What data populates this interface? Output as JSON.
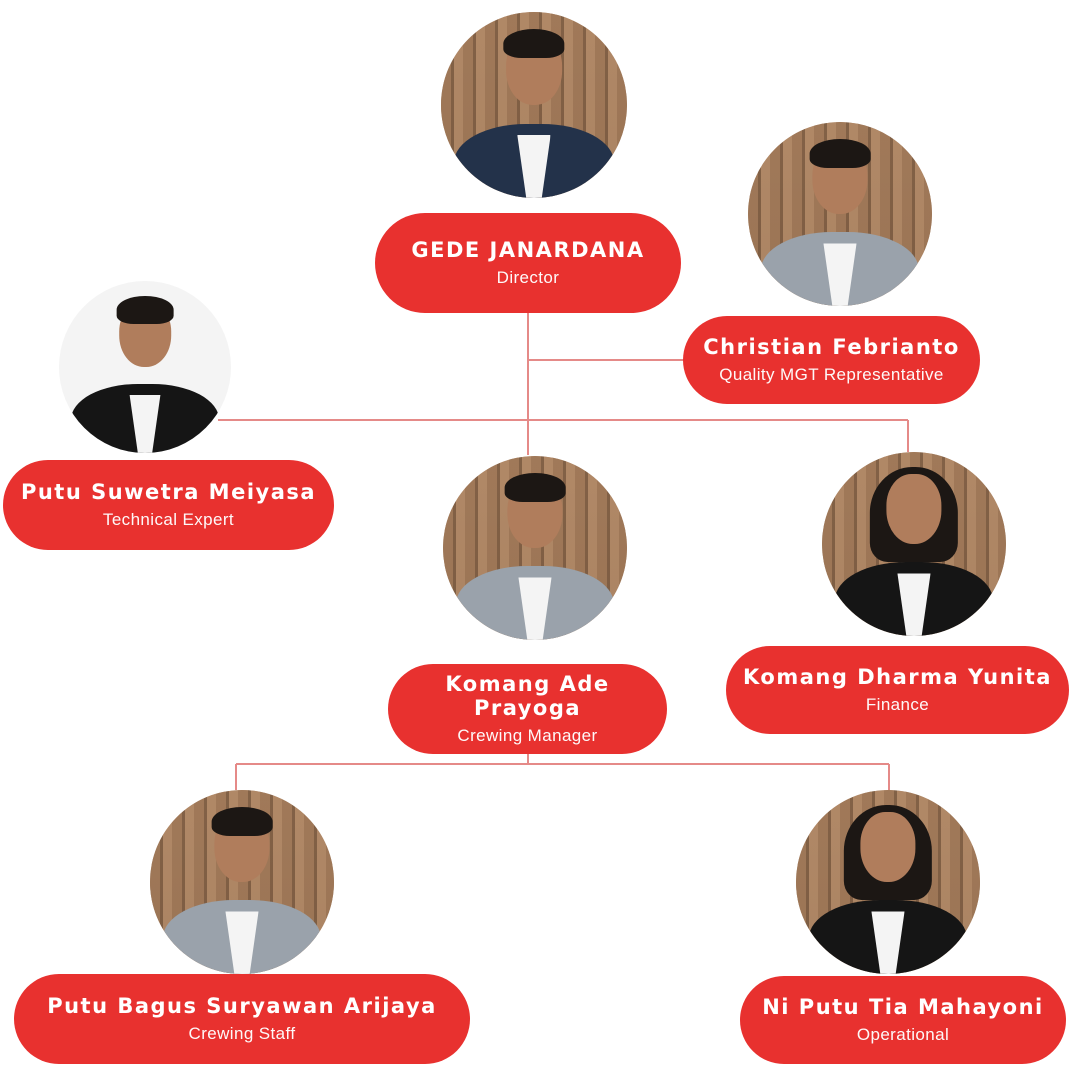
{
  "accent_color": "#e8312f",
  "connector_color": "#e58a88",
  "members": [
    {
      "id": "gede",
      "name": "GEDE JANARDANA",
      "role": "Director",
      "photo": "person-photo"
    },
    {
      "id": "christian",
      "name": "Christian Febrianto",
      "role": "Quality MGT Representative",
      "photo": "person-photo"
    },
    {
      "id": "putu-suwetra",
      "name": "Putu Suwetra Meiyasa",
      "role": "Technical Expert",
      "photo": "person-photo"
    },
    {
      "id": "komang-ade",
      "name": "Komang Ade Prayoga",
      "role": "Crewing Manager",
      "photo": "person-photo"
    },
    {
      "id": "komang-dharma",
      "name": "Komang Dharma Yunita",
      "role": "Finance",
      "photo": "person-photo"
    },
    {
      "id": "putu-bagus",
      "name": "Putu Bagus Suryawan Arijaya",
      "role": "Crewing Staff",
      "photo": "person-photo"
    },
    {
      "id": "ni-putu",
      "name": "Ni Putu Tia Mahayoni",
      "role": "Operational",
      "photo": "person-photo"
    }
  ]
}
